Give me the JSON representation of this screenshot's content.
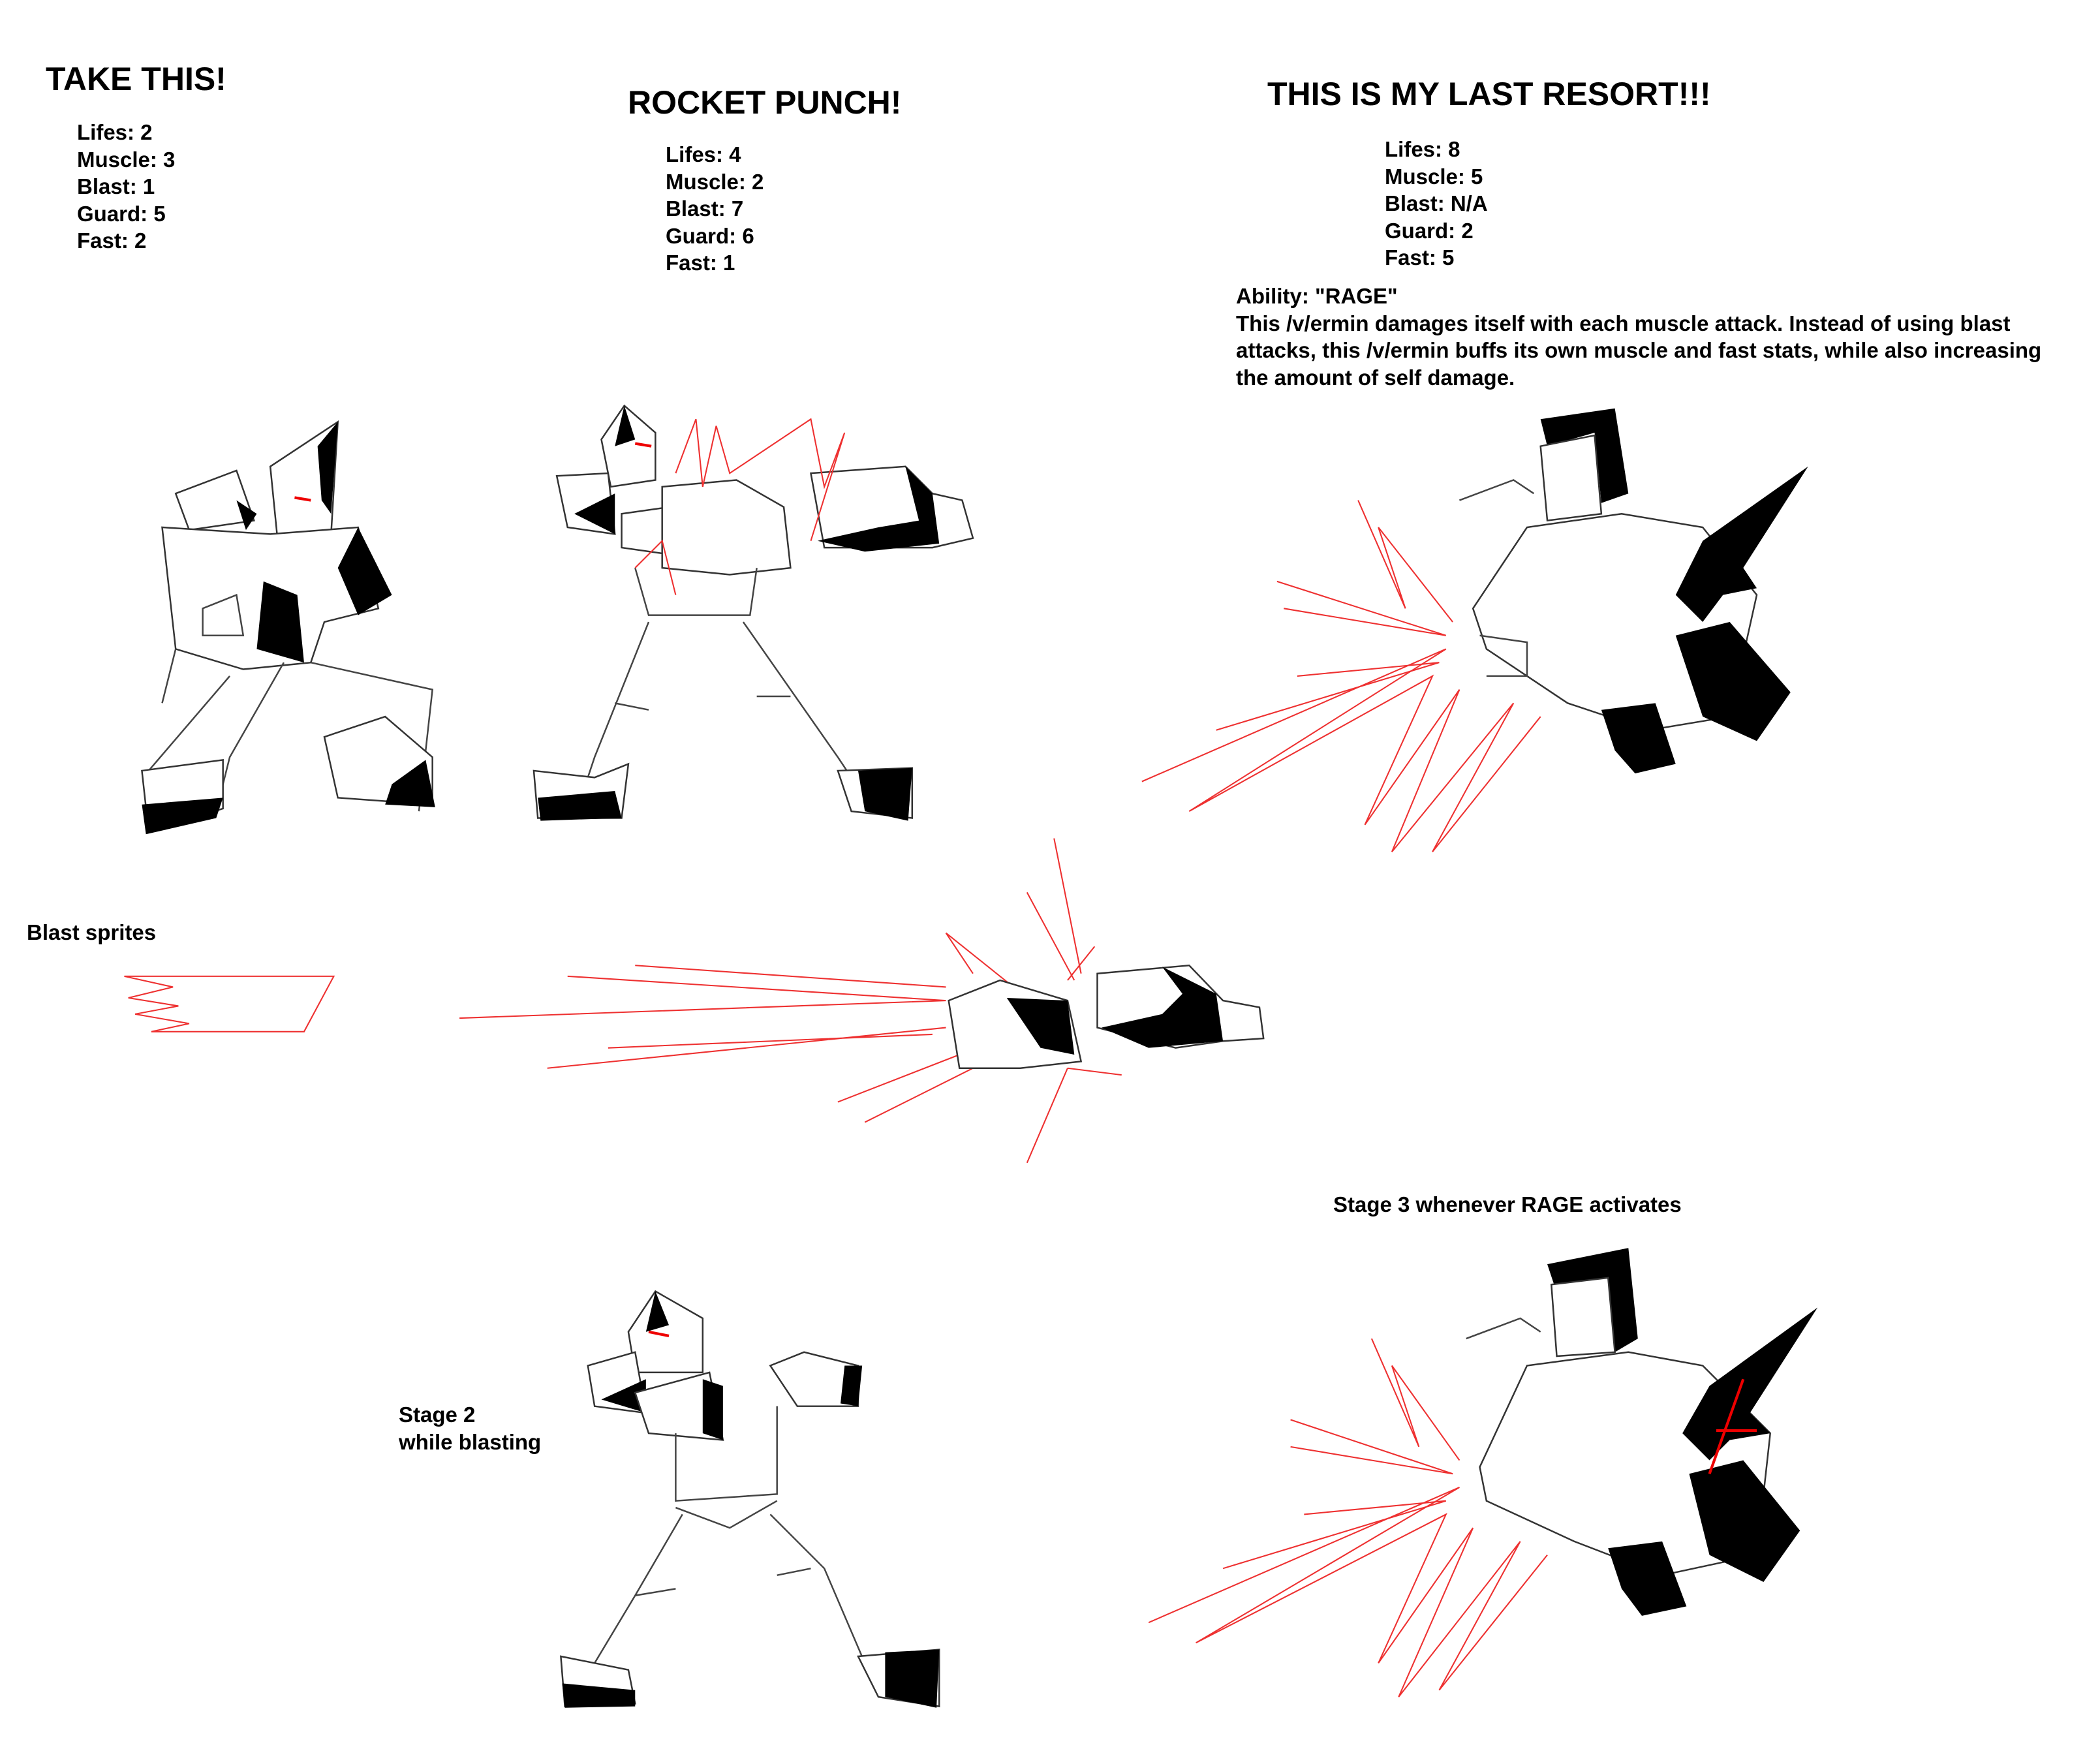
{
  "characters": [
    {
      "title": "TAKE THIS!",
      "stats": [
        "Lifes: 2",
        "Muscle: 3",
        "Blast: 1",
        "Guard: 5",
        "Fast: 2"
      ]
    },
    {
      "title": "ROCKET PUNCH!",
      "stats": [
        "Lifes: 4",
        "Muscle: 2",
        "Blast: 7",
        "Guard: 6",
        "Fast: 1"
      ]
    },
    {
      "title": "THIS IS MY LAST RESORT!!!",
      "stats": [
        "Lifes: 8",
        "Muscle: 5",
        "Blast: N/A",
        "Guard: 2",
        "Fast: 5"
      ],
      "ability_title": "Ability: \"RAGE\"",
      "ability_text": [
        "This /v/ermin damages itself with each muscle attack. Instead of using blast",
        "attacks, this /v/ermin buffs its own muscle and fast stats, while also increasing",
        "the amount of self damage."
      ]
    }
  ],
  "labels": {
    "blast_sprites": "Blast sprites",
    "stage2": [
      "Stage 2",
      "while blasting"
    ],
    "stage3": "Stage 3 whenever RAGE activates"
  },
  "colors": {
    "ink": "#000000",
    "blast": "#ee3030",
    "background": "#ffffff"
  }
}
